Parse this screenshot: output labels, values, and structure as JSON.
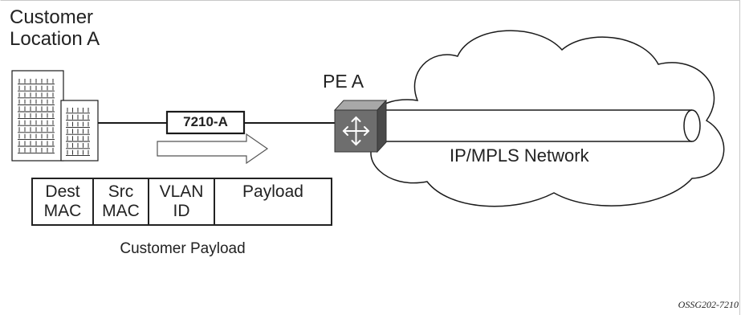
{
  "customer_location": {
    "line1": "Customer",
    "line2": "Location A"
  },
  "device": {
    "label": "7210-A"
  },
  "pe": {
    "label": "PE A"
  },
  "network": {
    "label": "IP/MPLS Network"
  },
  "frame": {
    "fields": [
      {
        "line1": "Dest",
        "line2": "MAC"
      },
      {
        "line1": "Src",
        "line2": "MAC"
      },
      {
        "line1": "VLAN",
        "line2": "ID"
      },
      {
        "line1": "Payload",
        "line2": ""
      }
    ],
    "caption": "Customer Payload"
  },
  "figure_id": "OSSG202-7210",
  "colors": {
    "line": "#1a1a1a",
    "router_body": "#6e6e6e",
    "router_top": "#a8a8a8",
    "router_side": "#4a4a4a",
    "building_fill": "#ffffff",
    "frame_border": "#c8c8c8"
  },
  "icons": {
    "building": "building-icon",
    "router": "router-icon",
    "cloud": "cloud-shape",
    "arrow": "direction-arrow-icon"
  }
}
